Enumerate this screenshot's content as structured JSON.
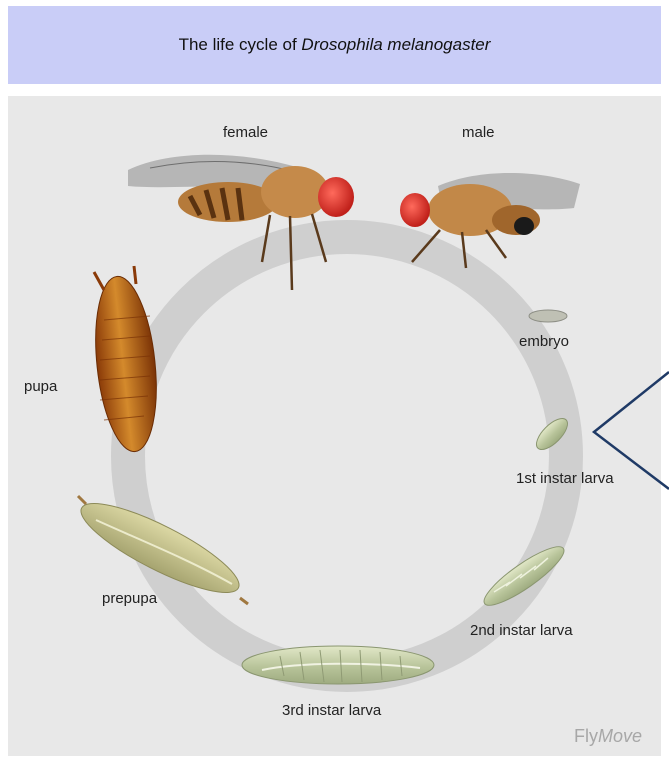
{
  "header": {
    "title_prefix": "The life cycle of ",
    "title_species": "Drosophila melanogaster"
  },
  "labels": {
    "female": "female",
    "male": "male",
    "embryo": "embryo",
    "first_instar": "1st instar larva",
    "second_instar": "2nd instar larva",
    "third_instar": "3rd instar larva",
    "prepupa": "prepupa",
    "pupa": "pupa"
  },
  "credit": {
    "fly": "Fly",
    "move": "Move"
  },
  "colors": {
    "header_bg": "#c9cdf7",
    "panel_bg": "#e8e8e8",
    "cycle_ring": "#cfcfcf",
    "callout_line": "#1f3a66"
  }
}
